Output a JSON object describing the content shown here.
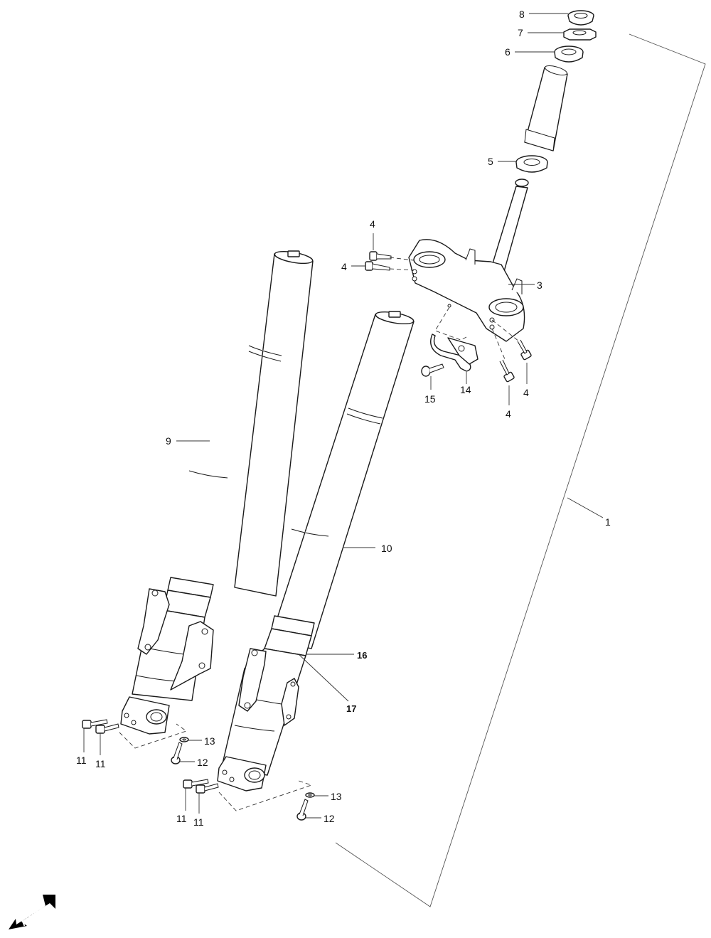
{
  "callouts": {
    "c1": "1",
    "c3": "3",
    "c4a": "4",
    "c4b": "4",
    "c4c": "4",
    "c4d": "4",
    "c5": "5",
    "c6": "6",
    "c7": "7",
    "c8": "8",
    "c9": "9",
    "c10": "10",
    "c11a": "11",
    "c11b": "11",
    "c11c": "11",
    "c11d": "11",
    "c12a": "12",
    "c12b": "12",
    "c13a": "13",
    "c13b": "13",
    "c14": "14",
    "c15": "15",
    "c16": "16",
    "c17": "17"
  },
  "direction_badge": {
    "label": "FWD",
    "icon": "forward-arrow-icon"
  },
  "colors": {
    "line": "#1a1a1a",
    "badge": "#000000",
    "background": "#ffffff"
  }
}
